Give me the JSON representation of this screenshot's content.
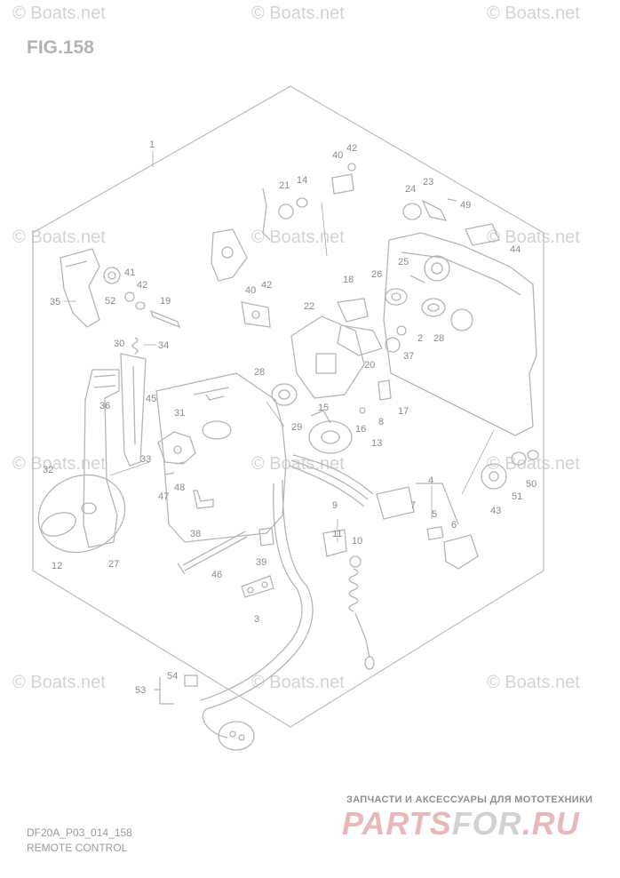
{
  "figure_title": "FIG.158",
  "watermark_text": "© Boats.net",
  "footer": {
    "code": "DF20A_P03_014_158",
    "name": "REMOTE CONTROL"
  },
  "brand": {
    "tagline": "ЗАПЧАСТИ И АКСЕССУАРЫ ДЛЯ МОТОТЕХНИКИ",
    "logo_part1": "PARTS",
    "logo_part2": "FOR",
    "logo_part3": ".RU"
  },
  "callouts": [
    "1",
    "42",
    "40",
    "14",
    "21",
    "23",
    "24",
    "49",
    "44",
    "25",
    "26",
    "18",
    "22",
    "2",
    "28",
    "37",
    "20",
    "41",
    "35",
    "52",
    "42",
    "19",
    "40",
    "42",
    "30",
    "34",
    "36",
    "45",
    "31",
    "28",
    "29",
    "15",
    "8",
    "17",
    "16",
    "13",
    "33",
    "32",
    "48",
    "47",
    "4",
    "9",
    "7",
    "5",
    "6",
    "11",
    "10",
    "50",
    "51",
    "43",
    "12",
    "27",
    "38",
    "46",
    "39",
    "3",
    "54",
    "53"
  ],
  "colors": {
    "line": "#b5b5b5",
    "watermark": "#d3d3d3",
    "logo_red": "#e8b8b8"
  }
}
